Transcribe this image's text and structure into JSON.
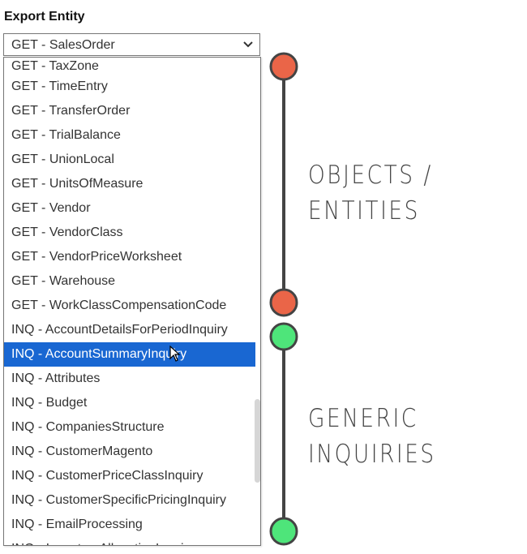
{
  "field_label": "Export Entity",
  "select_value": "GET - SalesOrder",
  "options": [
    "GET - TaxZone",
    "GET - TimeEntry",
    "GET - TransferOrder",
    "GET - TrialBalance",
    "GET - UnionLocal",
    "GET - UnitsOfMeasure",
    "GET - Vendor",
    "GET - VendorClass",
    "GET - VendorPriceWorksheet",
    "GET - Warehouse",
    "GET - WorkClassCompensationCode",
    "INQ - AccountDetailsForPeriodInquiry",
    "INQ - AccountSummaryInquiry",
    "INQ - Attributes",
    "INQ - Budget",
    "INQ - CompaniesStructure",
    "INQ - CustomerMagento",
    "INQ - CustomerPriceClassInquiry",
    "INQ - CustomerSpecificPricingInquiry",
    "INQ - EmailProcessing",
    "INQ - InventoryAllocationInquiry"
  ],
  "selected_index": 12,
  "annotations": {
    "objects_line1": "OBJECTS /",
    "objects_line2": "ENTITIES",
    "generic_line1": "GENERIC",
    "generic_line2": "INQUIRIES"
  },
  "colors": {
    "red_marker": "#ea6548",
    "green_marker": "#4ee57a",
    "highlight": "#1967d2"
  }
}
